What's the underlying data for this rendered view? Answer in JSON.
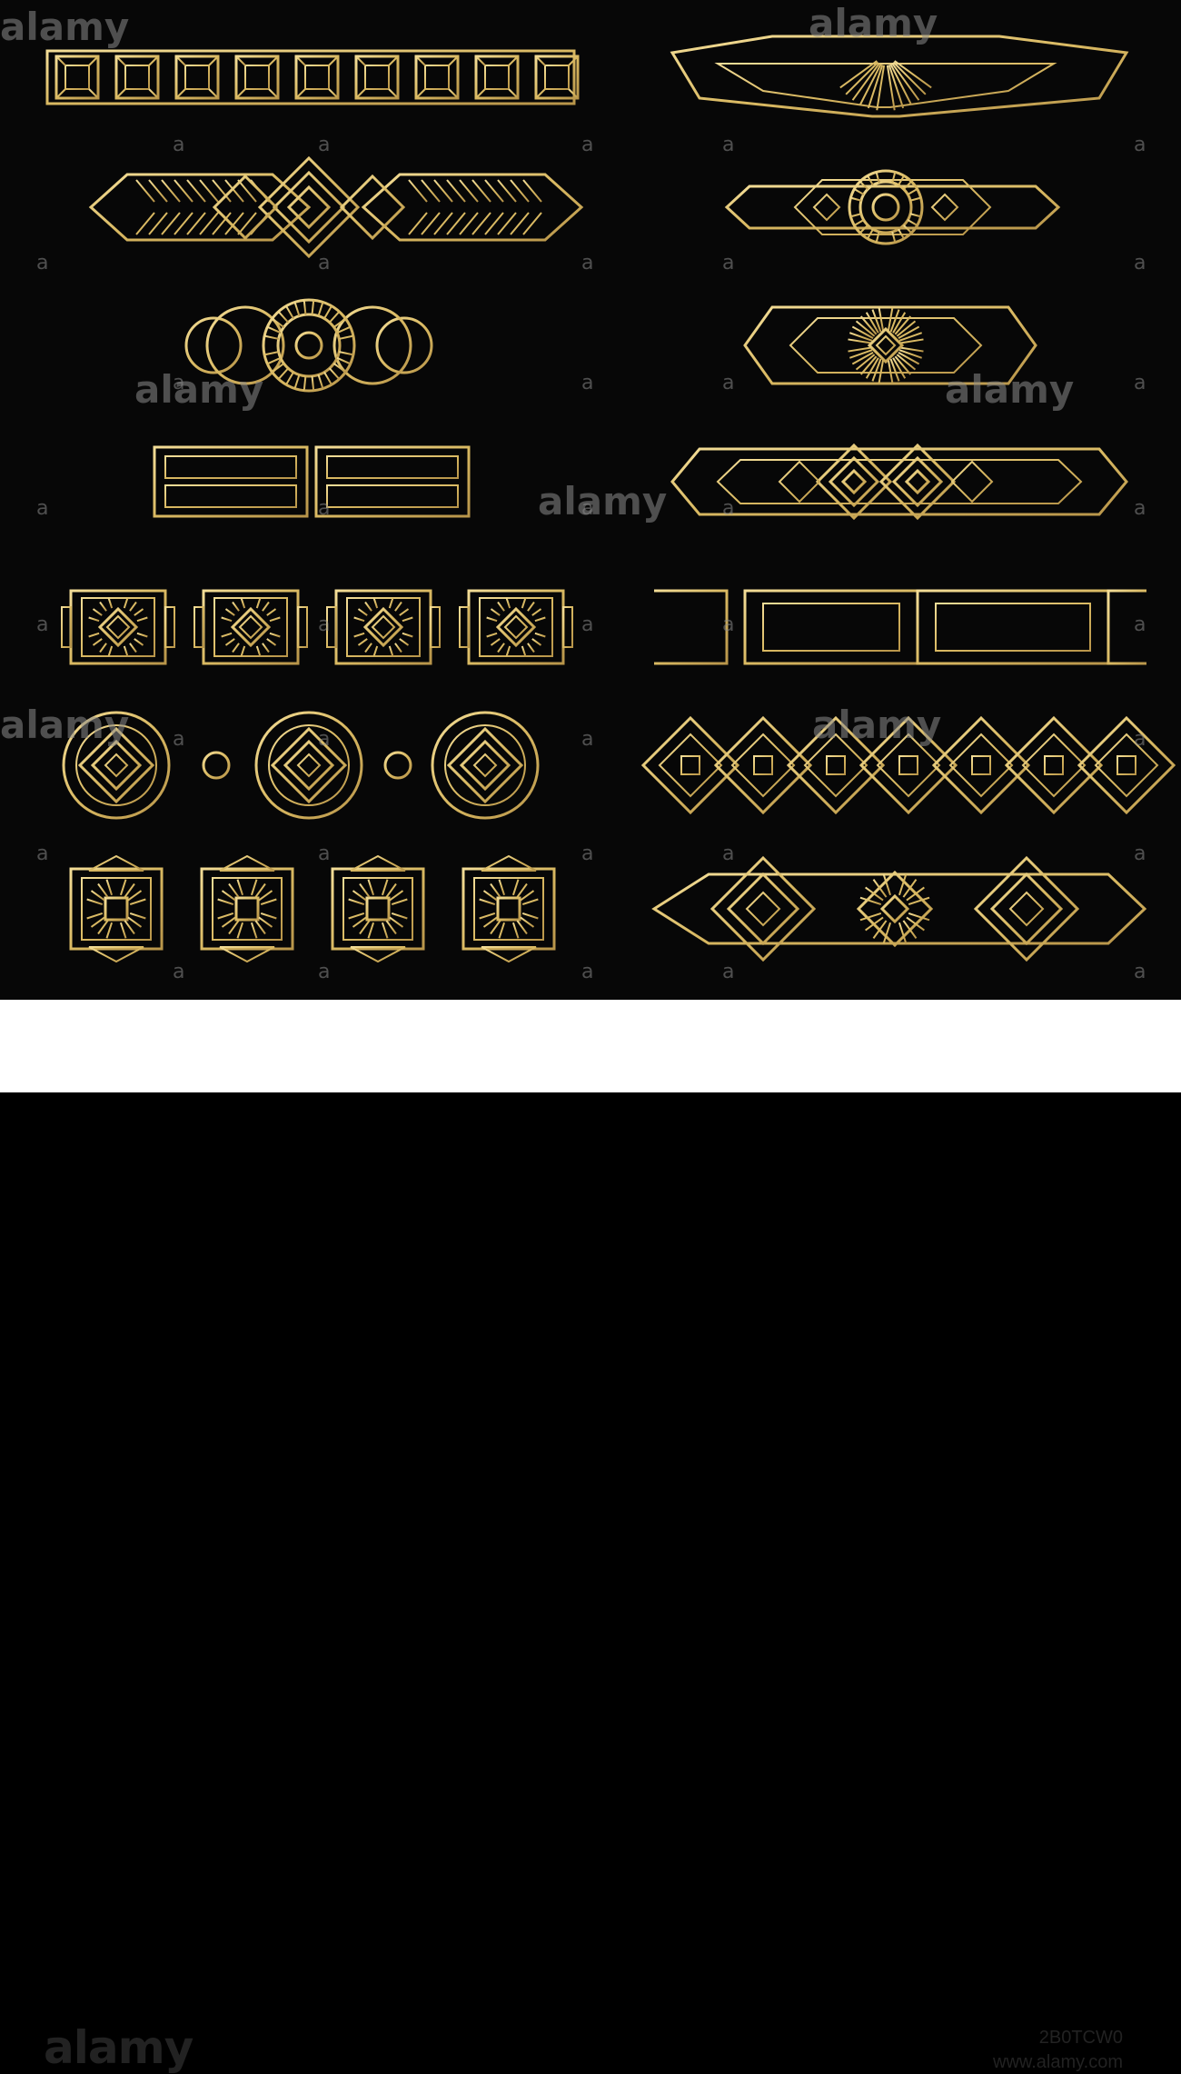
{
  "watermark": {
    "brand_text": "alamy",
    "small_mark": "a"
  },
  "footer": {
    "logo_text": "alamy",
    "image_id": "2B0TCW0",
    "site_url": "www.alamy.com"
  },
  "colors": {
    "background": "#070707",
    "gold": "#e3c779",
    "gold_dark": "#b8954a",
    "footer_bg": "#ffffff"
  },
  "borders": [
    {
      "name": "squares-chain"
    },
    {
      "name": "sunburst-chevron"
    },
    {
      "name": "diamond-arrows"
    },
    {
      "name": "central-medallion"
    },
    {
      "name": "triple-circles"
    },
    {
      "name": "diamond-sunburst"
    },
    {
      "name": "key-blocks"
    },
    {
      "name": "double-diamond"
    },
    {
      "name": "square-sunburst-chain"
    },
    {
      "name": "interlock-lines"
    },
    {
      "name": "circle-diamonds"
    },
    {
      "name": "lattice"
    },
    {
      "name": "stepped-squares"
    },
    {
      "name": "twin-diamond-rays"
    }
  ]
}
